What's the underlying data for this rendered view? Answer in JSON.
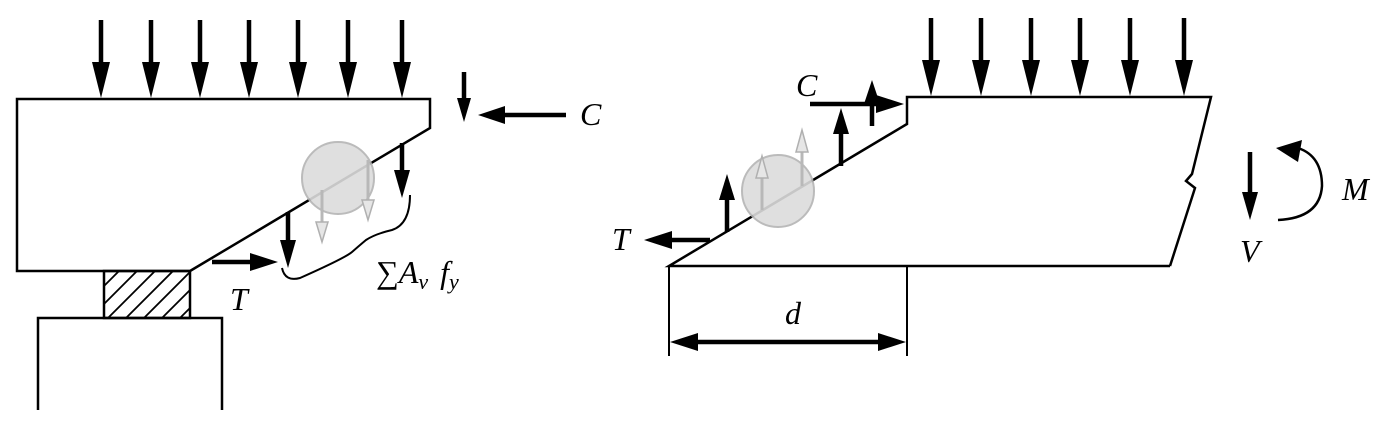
{
  "labels": {
    "left_compression": "C",
    "left_tension": "T",
    "stirrup_sum": "∑A",
    "stirrup_sub_v": "v",
    "stirrup_f": "f",
    "stirrup_sub_y": "y",
    "right_compression": "C",
    "right_tension": "T",
    "depth": "d",
    "moment": "M",
    "shear": "V"
  }
}
